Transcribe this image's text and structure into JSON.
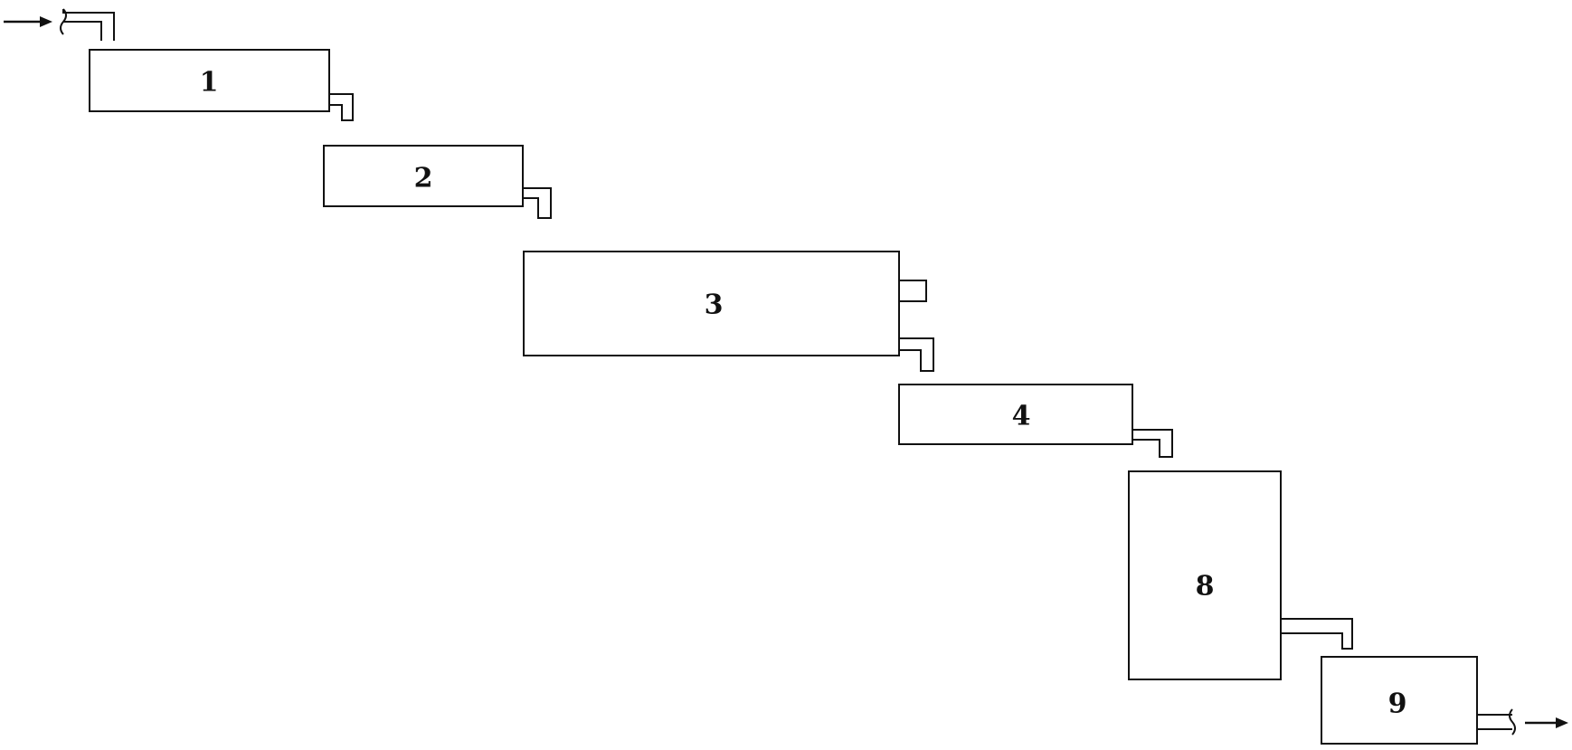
{
  "boxes": [
    {
      "id": "1",
      "label": "1"
    },
    {
      "id": "2",
      "label": "2"
    },
    {
      "id": "3",
      "label": "3"
    },
    {
      "id": "4",
      "label": "4"
    },
    {
      "id": "8",
      "label": "8"
    },
    {
      "id": "9",
      "label": "9"
    }
  ]
}
